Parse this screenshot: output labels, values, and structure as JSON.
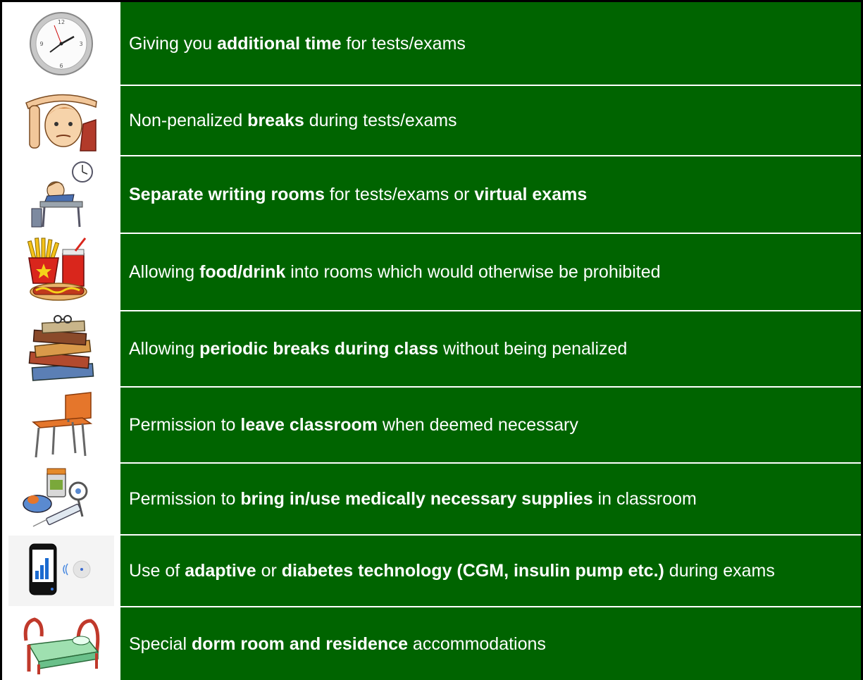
{
  "rows": [
    {
      "icon": "clock-icon",
      "parts": [
        {
          "t": "Giving you ",
          "b": false
        },
        {
          "t": "additional time",
          "b": true
        },
        {
          "t": " for tests/exams",
          "b": false
        }
      ]
    },
    {
      "icon": "tired-student-icon",
      "parts": [
        {
          "t": "Non-penalized ",
          "b": false
        },
        {
          "t": "breaks",
          "b": true
        },
        {
          "t": " during tests/exams",
          "b": false
        }
      ]
    },
    {
      "icon": "student-at-desk-icon",
      "parts": [
        {
          "t": "Separate writing rooms",
          "b": true
        },
        {
          "t": " for tests/exams or ",
          "b": false
        },
        {
          "t": "virtual exams",
          "b": true
        }
      ]
    },
    {
      "icon": "fast-food-icon",
      "parts": [
        {
          "t": "Allowing ",
          "b": false
        },
        {
          "t": "food/drink",
          "b": true
        },
        {
          "t": " into rooms which would otherwise be prohibited",
          "b": false
        }
      ]
    },
    {
      "icon": "book-stack-icon",
      "parts": [
        {
          "t": "Allowing ",
          "b": false
        },
        {
          "t": "periodic breaks during class",
          "b": true
        },
        {
          "t": " without being penalized",
          "b": false
        }
      ]
    },
    {
      "icon": "school-desk-icon",
      "parts": [
        {
          "t": "Permission to ",
          "b": false
        },
        {
          "t": "leave classroom",
          "b": true
        },
        {
          "t": " when deemed necessary",
          "b": false
        }
      ]
    },
    {
      "icon": "medical-supplies-icon",
      "parts": [
        {
          "t": "Permission to ",
          "b": false
        },
        {
          "t": "bring in/use medically necessary supplies",
          "b": true
        },
        {
          "t": " in classroom",
          "b": false
        }
      ]
    },
    {
      "icon": "glucose-monitor-icon",
      "parts": [
        {
          "t": "Use of ",
          "b": false
        },
        {
          "t": "adaptive",
          "b": true
        },
        {
          "t": " or ",
          "b": false
        },
        {
          "t": "diabetes technology (CGM, insulin pump etc.)",
          "b": true
        },
        {
          "t": " during exams",
          "b": false
        }
      ]
    },
    {
      "icon": "dorm-bed-icon",
      "parts": [
        {
          "t": "Special ",
          "b": false
        },
        {
          "t": "dorm room and residence",
          "b": true
        },
        {
          "t": " accommodations",
          "b": false
        }
      ]
    }
  ],
  "colors": {
    "row_bg": "#006400",
    "text": "#ffffff"
  }
}
